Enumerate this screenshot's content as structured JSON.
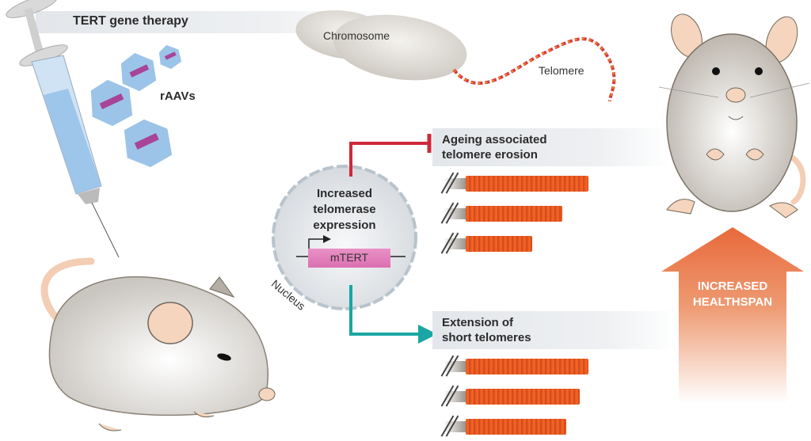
{
  "title": "TERT gene therapy",
  "labels": {
    "raavs": "rAAVs",
    "chromosome": "Chromosome",
    "telomere": "Telomere",
    "nucleus_text": "Increased telomerase expression",
    "nucleus_line1": "Increased",
    "nucleus_line2": "telomerase",
    "nucleus_line3": "expression",
    "gene": "mTERT",
    "nucleus": "Nucleus",
    "erosion_line1": "Ageing associated",
    "erosion_line2": "telomere erosion",
    "extension_line1": "Extension of",
    "extension_line2": "short telomeres",
    "healthspan_line1": "INCREASED",
    "healthspan_line2": "HEALTHSPAN"
  },
  "telomere_groups": {
    "erosion": {
      "relative_lengths": [
        1.0,
        0.79,
        0.54
      ]
    },
    "extension": {
      "relative_lengths": [
        1.0,
        0.93,
        0.82
      ]
    }
  },
  "colors": {
    "inhibit_line": "#d0283a",
    "activate_line": "#1aa6a3",
    "telomere_orange": "#e8541f",
    "arrow_orange": "#e8693a",
    "gene_box": "#e27bb8",
    "capsid_blue": "#9cc4e8"
  }
}
